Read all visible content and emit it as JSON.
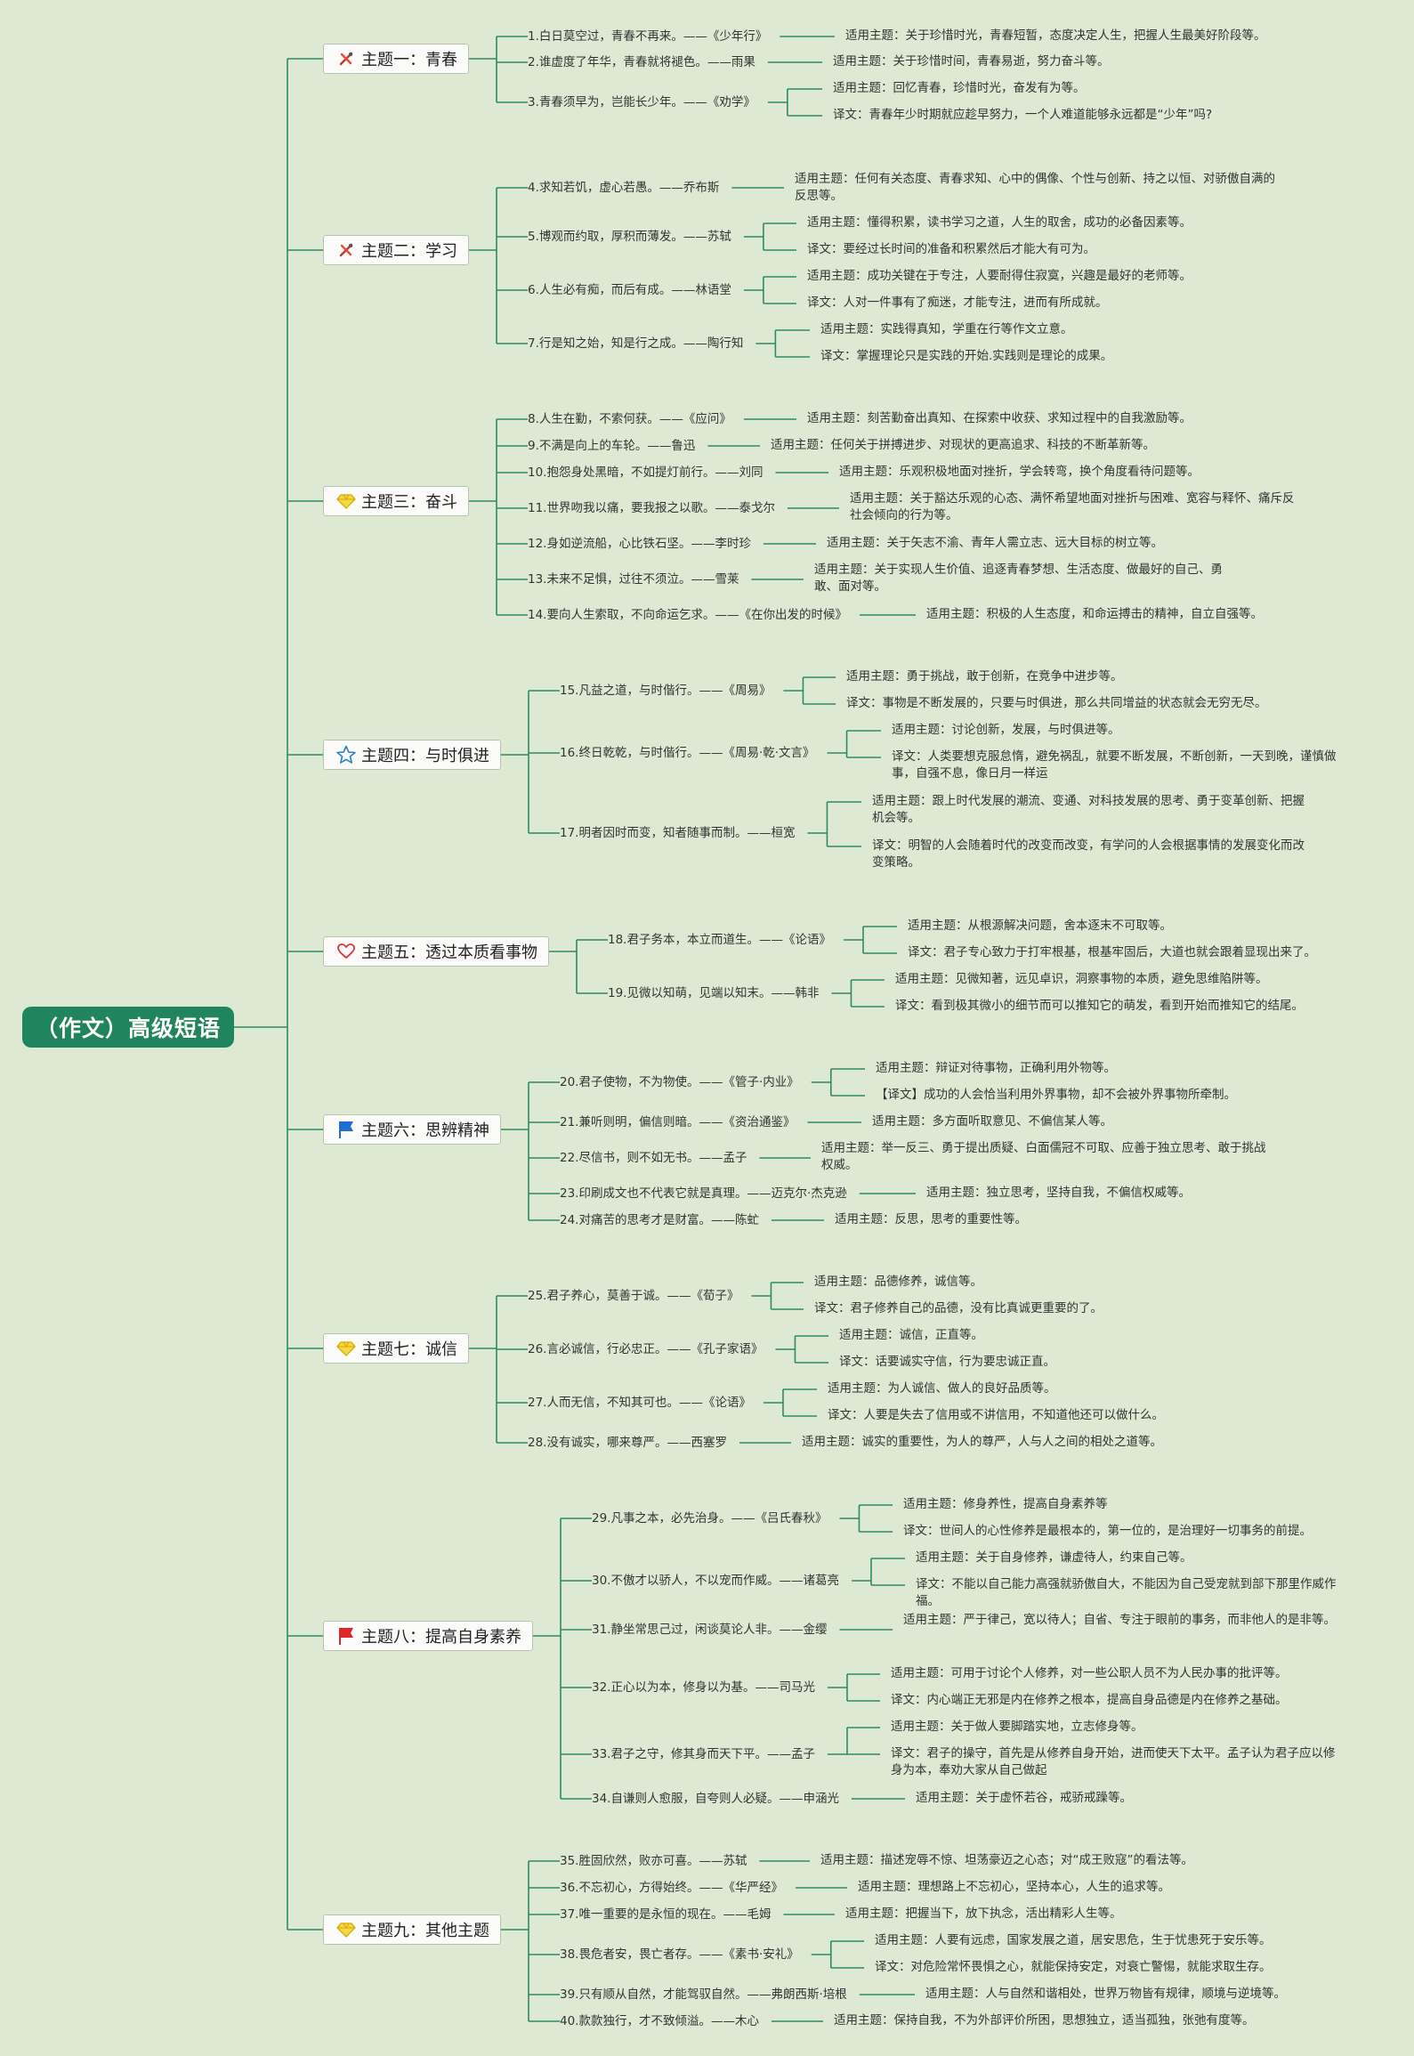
{
  "root": "（作文）高级短语",
  "themes": [
    {
      "label": "主题一：青春",
      "icon": "tools-icon",
      "items": [
        {
          "quote": "1.白日莫空过，青春不再来。——《少年行》",
          "notes": [
            "适用主题：关于珍惜时光，青春短暂，态度决定人生，把握人生最美好阶段等。"
          ]
        },
        {
          "quote": "2.谁虚度了年华，青春就将褪色。——雨果",
          "notes": [
            "适用主题：关于珍惜时间，青春易逝，努力奋斗等。"
          ]
        },
        {
          "quote": "3.青春须早为，岂能长少年。——《劝学》",
          "notes": [
            "适用主题：回忆青春，珍惜时光，奋发有为等。",
            "译文：青春年少时期就应趁早努力，一个人难道能够永远都是“少年”吗?"
          ]
        }
      ]
    },
    {
      "label": "主题二：学习",
      "icon": "tools-icon",
      "items": [
        {
          "quote": "4.求知若饥，虚心若愚。——乔布斯",
          "notes": [
            "适用主题：任何有关态度、青春求知、心中的偶像、个性与创新、持之以恒、对骄傲自满的反思等。"
          ]
        },
        {
          "quote": "5.博观而约取，厚积而薄发。——苏轼",
          "notes": [
            "适用主题：懂得积累，读书学习之道，人生的取舍，成功的必备因素等。",
            "译文：要经过长时间的准备和积累然后才能大有可为。"
          ]
        },
        {
          "quote": "6.人生必有痴，而后有成。——林语堂",
          "notes": [
            "适用主题：成功关键在于专注，人要耐得住寂寞，兴趣是最好的老师等。",
            "译文：人对一件事有了痴迷，才能专注，进而有所成就。"
          ]
        },
        {
          "quote": "7.行是知之始，知是行之成。——陶行知",
          "notes": [
            "适用主题：实践得真知，学重在行等作文立意。",
            "译文：掌握理论只是实践的开始.实践则是理论的成果。"
          ]
        }
      ]
    },
    {
      "label": "主题三：奋斗",
      "icon": "gem-icon",
      "items": [
        {
          "quote": "8.人生在勤，不索何获。——《应问》",
          "notes": [
            "适用主题：刻苦勤奋出真知、在探索中收获、求知过程中的自我激励等。"
          ]
        },
        {
          "quote": "9.不满是向上的车轮。——鲁迅",
          "notes": [
            "适用主题：任何关于拼搏进步、对现状的更高追求、科技的不断革新等。"
          ]
        },
        {
          "quote": "10.抱怨身处黑暗，不如提灯前行。——刘同",
          "notes": [
            "适用主题：乐观积极地面对挫折，学会转弯，换个角度看待问题等。"
          ]
        },
        {
          "quote": "11.世界吻我以痛，要我报之以歌。——泰戈尔",
          "notes": [
            "适用主题：关于豁达乐观的心态、满怀希望地面对挫折与困难、宽容与释怀、痛斥反社会倾向的行为等。"
          ]
        },
        {
          "quote": "12.身如逆流船，心比铁石坚。——李时珍",
          "notes": [
            "适用主题：关于矢志不渝、青年人需立志、远大目标的树立等。"
          ]
        },
        {
          "quote": "13.未来不足惧，过往不须泣。——雪莱",
          "notes": [
            "适用主题：关于实现人生价值、追逐青春梦想、生活态度、做最好的自己、勇敢、面对等。"
          ]
        },
        {
          "quote": "14.要向人生索取，不向命运乞求。——《在你出发的时候》",
          "notes": [
            "适用主题：积极的人生态度，和命运搏击的精神，自立自强等。"
          ]
        }
      ]
    },
    {
      "label": "主题四：与时俱进",
      "icon": "star-icon",
      "items": [
        {
          "quote": "15.凡益之道，与时偕行。——《周易》",
          "notes": [
            "适用主题：勇于挑战，敢于创新，在竞争中进步等。",
            "译文：事物是不断发展的，只要与时俱进，那么共同增益的状态就会无穷无尽。"
          ]
        },
        {
          "quote": "16.终日乾乾，与时偕行。——《周易·乾·文言》",
          "notes": [
            "适用主题：讨论创新，发展，与时俱进等。",
            "译文：人类要想克服怠惰，避免祸乱，就要不断发展，不断创新，一天到晚，谨慎做事，自强不息，像日月一样运"
          ]
        },
        {
          "quote": "17.明者因时而变，知者随事而制。——桓宽",
          "notes": [
            "适用主题：跟上时代发展的潮流、变通、对科技发展的思考、勇于变革创新、把握机会等。",
            "译文：明智的人会随着时代的改变而改变，有学问的人会根据事情的发展变化而改变策略。"
          ]
        }
      ]
    },
    {
      "label": "主题五：透过本质看事物",
      "icon": "heart-icon",
      "items": [
        {
          "quote": "18.君子务本，本立而道生。——《论语》",
          "notes": [
            "适用主题：从根源解决问题，舍本逐末不可取等。",
            "译文：君子专心致力于打牢根基，根基牢固后，大道也就会跟着显现出来了。"
          ]
        },
        {
          "quote": "19.见微以知萌，见端以知末。——韩非",
          "notes": [
            "适用主题：见微知著，远见卓识，洞察事物的本质，避免思维陷阱等。",
            "译文：看到极其微小的细节而可以推知它的萌发，看到开始而推知它的结尾。"
          ]
        }
      ]
    },
    {
      "label": "主题六：思辨精神",
      "icon": "blue-flag-icon",
      "items": [
        {
          "quote": "20.君子使物，不为物使。——《管子·内业》",
          "notes": [
            "适用主题：辩证对待事物，正确利用外物等。",
            "【译文】成功的人会恰当利用外界事物，却不会被外界事物所牵制。"
          ]
        },
        {
          "quote": "21.兼听则明，偏信则暗。——《资治通鉴》",
          "notes": [
            "适用主题：多方面听取意见、不偏信某人等。"
          ]
        },
        {
          "quote": "22.尽信书，则不如无书。——孟子",
          "notes": [
            "适用主题：举一反三、勇于提出质疑、白面儒冠不可取、应善于独立思考、敢于挑战权威。"
          ]
        },
        {
          "quote": "23.印刷成文也不代表它就是真理。——迈克尔·杰克逊",
          "notes": [
            "适用主题：独立思考，坚持自我，不偏信权威等。"
          ]
        },
        {
          "quote": "24.对痛苦的思考才是财富。——陈虻",
          "notes": [
            "适用主题：反思，思考的重要性等。"
          ]
        }
      ]
    },
    {
      "label": "主题七：诚信",
      "icon": "gem-icon",
      "items": [
        {
          "quote": "25.君子养心，莫善于诚。——《荀子》",
          "notes": [
            "适用主题：品德修养，诚信等。",
            "译文：君子修养自己的品德，没有比真诚更重要的了。"
          ]
        },
        {
          "quote": "26.言必诚信，行必忠正。——《孔子家语》",
          "notes": [
            "适用主题：诚信，正直等。",
            "译文：话要诚实守信，行为要忠诚正直。"
          ]
        },
        {
          "quote": "27.人而无信，不知其可也。——《论语》",
          "notes": [
            "适用主题：为人诚信、做人的良好品质等。",
            "译文：人要是失去了信用或不讲信用，不知道他还可以做什么。"
          ]
        },
        {
          "quote": "28.没有诚实，哪来尊严。——西塞罗",
          "notes": [
            "适用主题：诚实的重要性，为人的尊严，人与人之间的相处之道等。"
          ]
        }
      ]
    },
    {
      "label": "主题八：提高自身素养",
      "icon": "red-flag-icon",
      "items": [
        {
          "quote": "29.凡事之本，必先治身。——《吕氏春秋》",
          "notes": [
            "适用主题：修身养性，提高自身素养等",
            "译文：世间人的心性修养是最根本的，第一位的，是治理好一切事务的前提。"
          ]
        },
        {
          "quote": "30.不傲才以骄人，不以宠而作威。——诸葛亮",
          "notes": [
            "适用主题：关于自身修养，谦虚待人，约束自己等。",
            "译文：不能以自己能力高强就骄傲自大，不能因为自己受宠就到部下那里作威作福。"
          ]
        },
        {
          "quote": "31.静坐常思己过，闲谈莫论人非。——金缨",
          "notes": [
            "适用主题：严于律己，宽以待人；自省、专注于眼前的事务，而非他人的是非等。"
          ]
        },
        {
          "quote": "32.正心以为本，修身以为基。——司马光",
          "notes": [
            "适用主题：可用于讨论个人修养，对一些公职人员不为人民办事的批评等。",
            "译文：内心端正无邪是内在修养之根本，提高自身品德是内在修养之基础。"
          ]
        },
        {
          "quote": "33.君子之守，修其身而天下平。——孟子",
          "notes": [
            "适用主题：关于做人要脚踏实地，立志修身等。",
            "译文：君子的操守，首先是从修养自身开始，进而使天下太平。孟子认为君子应以修身为本，奉劝大家从自己做起"
          ]
        },
        {
          "quote": "34.自谦则人愈服，自夸则人必疑。——申涵光",
          "notes": [
            "适用主题：关于虚怀若谷，戒骄戒躁等。"
          ]
        }
      ]
    },
    {
      "label": "主题九：其他主题",
      "icon": "gem-icon",
      "items": [
        {
          "quote": "35.胜固欣然，败亦可喜。——苏轼",
          "notes": [
            "适用主题：描述宠辱不惊、坦荡豪迈之心态；对“成王败寇”的看法等。"
          ]
        },
        {
          "quote": "36.不忘初心，方得始终。——《华严经》",
          "notes": [
            "适用主题：理想路上不忘初心，坚持本心，人生的追求等。"
          ]
        },
        {
          "quote": "37.唯一重要的是永恒的现在。——毛姆",
          "notes": [
            "适用主题：把握当下，放下执念，活出精彩人生等。"
          ]
        },
        {
          "quote": "38.畏危者安，畏亡者存。——《素书·安礼》",
          "notes": [
            "适用主题：人要有远虑，国家发展之道，居安思危，生于忧患死于安乐等。",
            "译文：对危险常怀畏惧之心，就能保持安定，对衰亡警惕，就能求取生存。"
          ]
        },
        {
          "quote": "39.只有顺从自然，才能驾驭自然。——弗朗西斯·培根",
          "notes": [
            "适用主题：人与自然和谐相处，世界万物皆有规律，顺境与逆境等。"
          ]
        },
        {
          "quote": "40.款款独行，才不致倾溢。——木心",
          "notes": [
            "适用主题：保持自我，不为外部评价所困，思想独立，适当孤独，张弛有度等。"
          ]
        }
      ]
    }
  ]
}
